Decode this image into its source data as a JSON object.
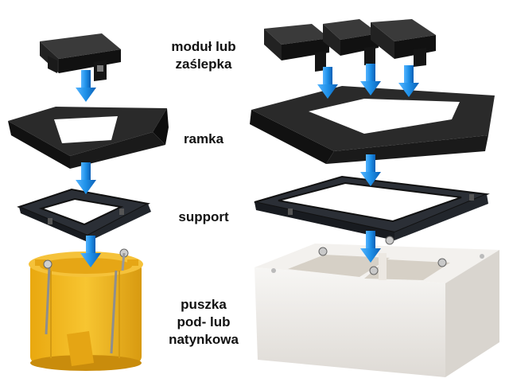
{
  "colors": {
    "plastic_black": "#151515",
    "plastic_highlight": "#3a3a3a",
    "frame_gray": "#2c3038",
    "box_yellow": "#f2b81a",
    "box_yellow_dark": "#c98c0c",
    "box_white": "#f1efec",
    "box_white_shadow": "#cfcbc6",
    "arrow_blue": "#1e90e8",
    "arrow_blue_dark": "#0b5fb5"
  },
  "labels": {
    "module": [
      "moduł lub",
      "zaślepka"
    ],
    "frame": "ramka",
    "support": "support",
    "box": [
      "puszka",
      "pod- lub",
      "natynkowa"
    ]
  }
}
